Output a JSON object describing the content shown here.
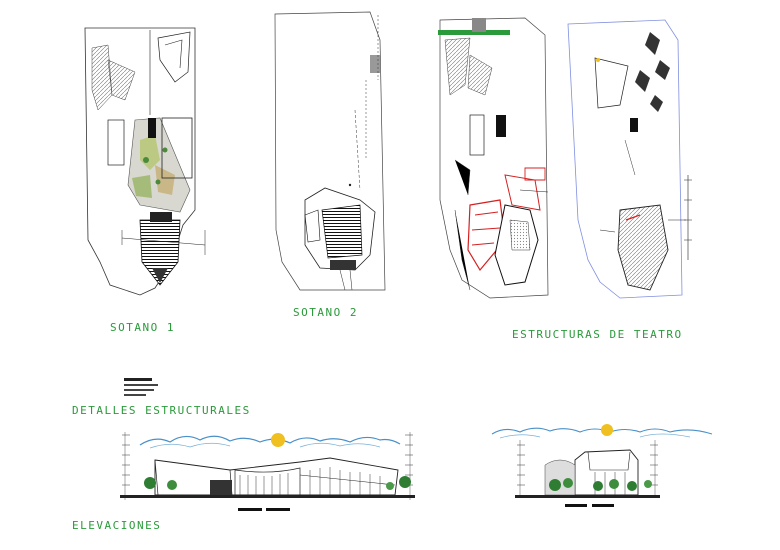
{
  "labels": {
    "sotano1": "SOTANO 1",
    "sotano2": "SOTANO 2",
    "estructuras": "ESTRUCTURAS DE TEATRO",
    "detalles": "DETALLES ESTRUCTURALES",
    "elevaciones": "ELEVACIONES"
  },
  "colors": {
    "label_green": "#2a9a3a",
    "line_black": "#222222",
    "structure_red": "#d42020",
    "sky_blue": "#4a90c8",
    "sun_yellow": "#f0c020",
    "tree_green": "#2e7d32",
    "paving_gray": "#9a9a9a",
    "outline_blue": "#8090e0"
  }
}
